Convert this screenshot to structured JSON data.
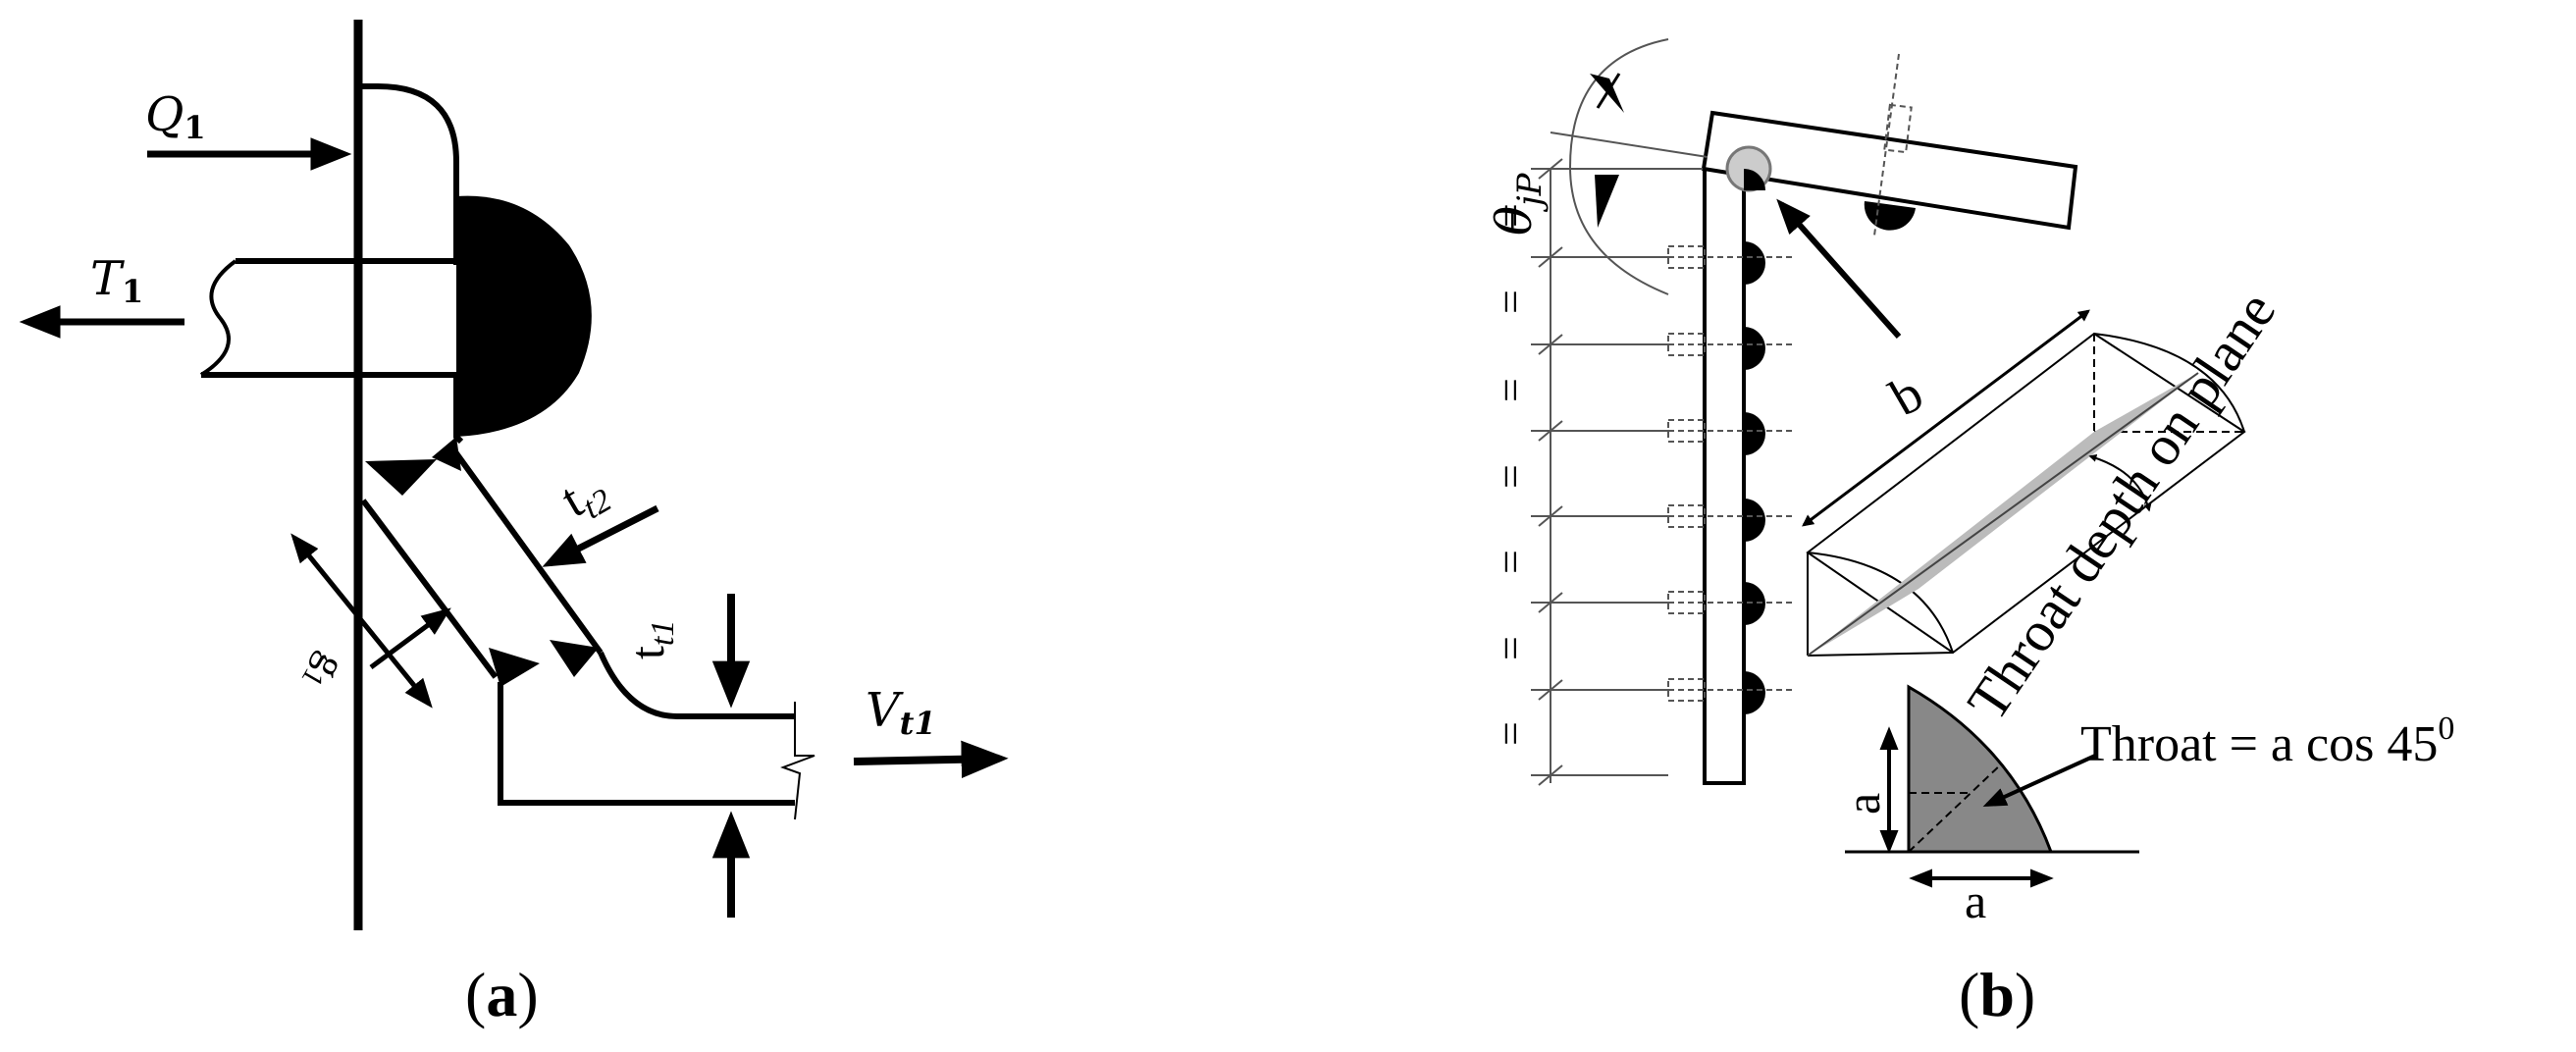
{
  "panel_a": {
    "caption_open": "(",
    "caption_letter": "a",
    "caption_close": ")",
    "q1": {
      "base": "Q",
      "sub": "1"
    },
    "t1": {
      "base": "T",
      "sub": "1"
    },
    "tt2": {
      "base": "t",
      "sub": "t2"
    },
    "tt1": {
      "base": "t",
      "sub": "t1"
    },
    "vt1": {
      "base": "V",
      "sub": "t1"
    },
    "g1": {
      "base": "g",
      "sub": "1"
    }
  },
  "panel_b": {
    "caption_open": "(",
    "caption_letter": "b",
    "caption_close": ")",
    "theta": {
      "base": "θ",
      "sub": "jP"
    },
    "equal_sign": "=",
    "b_label": "b",
    "throat_depth": "Throat depth on plane",
    "throat_formula": {
      "base": "Throat = a cos 45",
      "sup": "0"
    },
    "a_vertical": "a",
    "a_horizontal": "a"
  }
}
